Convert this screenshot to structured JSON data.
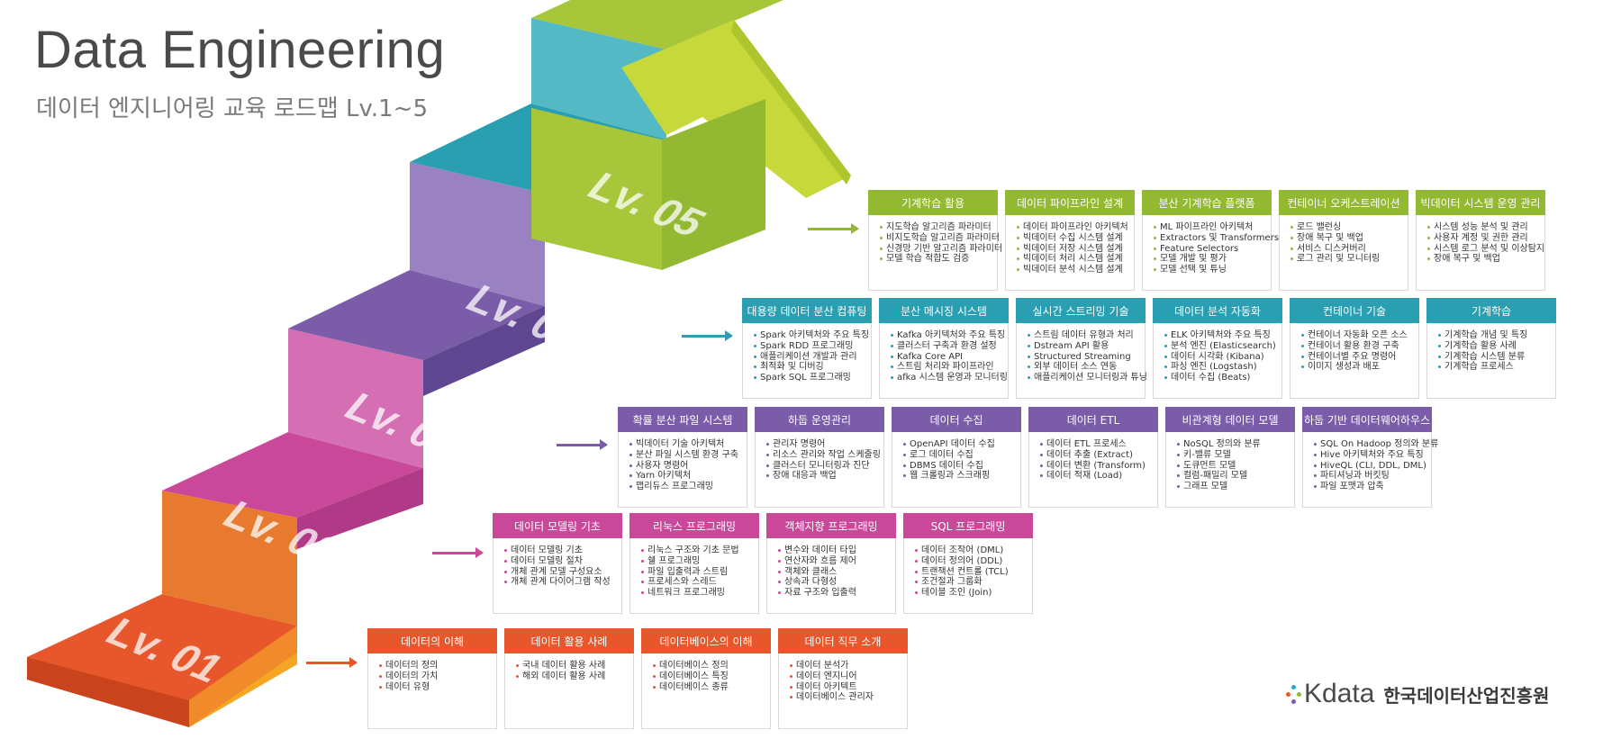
{
  "header": {
    "title": "Data Engineering",
    "subtitle": "데이터 엔지니어링 교육 로드맵 Lv.1~5"
  },
  "levels": [
    {
      "label": "Lv. 01",
      "color": "#e8572b",
      "cards": [
        {
          "title": "데이터의 이해",
          "items": [
            "데이터의 정의",
            "데이터의 가치",
            "데이터 유형"
          ]
        },
        {
          "title": "데이터 활용 사례",
          "items": [
            "국내 데이터 활용 사례",
            "해외 데이터 활용 사례"
          ]
        },
        {
          "title": "데이터베이스의 이해",
          "items": [
            "데이터베이스 정의",
            "데이터베이스 특징",
            "데이터베이스 종류"
          ]
        },
        {
          "title": "데이터 직무 소개",
          "items": [
            "데이터 분석가",
            "데이터 엔지니어",
            "데이터 아키텍트",
            "데이터베이스 관리자"
          ]
        }
      ]
    },
    {
      "label": "Lv. 02",
      "color": "#c9489a",
      "cards": [
        {
          "title": "데이터 모델링 기초",
          "items": [
            "데이터 모델링 기초",
            "데이터 모델링 절차",
            "개체 관계 모델 구성요소",
            "개체 관계 다이어그램 작성"
          ]
        },
        {
          "title": "리눅스 프로그래밍",
          "items": [
            "리눅스 구조와 기초 문법",
            "쉘 프로그래밍",
            "파일 입출력과 스트림",
            "프로세스와 스레드",
            "네트워크 프로그래밍"
          ]
        },
        {
          "title": "객체지향 프로그래밍",
          "items": [
            "변수와 데이터 타입",
            "연산자와 흐름 제어",
            "객체와 클래스",
            "상속과 다형성",
            "자료 구조와 입출력"
          ]
        },
        {
          "title": "SQL 프로그래밍",
          "items": [
            "데이터 조작어 (DML)",
            "데이터 정의어 (DDL)",
            "트랜잭션 컨트롤 (TCL)",
            "조건절과 그룹화",
            "테이블 조인 (Join)"
          ]
        }
      ]
    },
    {
      "label": "Lv. 03",
      "color": "#7a5ca8",
      "cards": [
        {
          "title": "확률 분산 파일 시스템",
          "items": [
            "빅데이터 기술 아키텍처",
            "분산 파일 시스템 환경 구축",
            "사용자 명령어",
            "Yarn 아키텍처",
            "맵리듀스 프로그래밍"
          ]
        },
        {
          "title": "하둡 운영관리",
          "items": [
            "관리자 명령어",
            "리소스 관리와 작업 스케줄링",
            "클러스터 모니터링과 진단",
            "장애 대응과 백업"
          ]
        },
        {
          "title": "데이터 수집",
          "items": [
            "OpenAPI 데이터 수집",
            "로그 데이터 수집",
            "DBMS 데이터 수집",
            "웹 크롤링과 스크래핑"
          ]
        },
        {
          "title": "데이터 ETL",
          "items": [
            "데이터 ETL 프로세스",
            "데이터 추출 (Extract)",
            "데이터 변환 (Transform)",
            "데이터 적재 (Load)"
          ]
        },
        {
          "title": "비관계형 데이터 모델",
          "items": [
            "NoSQL 정의와 분류",
            "키-밸류 모델",
            "도큐먼트 모델",
            "컬럼-패밀리 모델",
            "그래프 모델"
          ]
        },
        {
          "title": "하둡 기반 데이터웨어하우스",
          "items": [
            "SQL On Hadoop 정의와 분류",
            "Hive 아키텍처와 주요 특징",
            "HiveQL (CLI, DDL, DML)",
            "파티셔닝과 버킷팅",
            "파일 포맷과 압축"
          ]
        }
      ]
    },
    {
      "label": "Lv. 04",
      "color": "#2a9fb2",
      "cards": [
        {
          "title": "대용량 데이터 분산 컴퓨팅",
          "items": [
            "Spark 아키텍처와 주요 특징",
            "Spark RDD 프로그래밍",
            "애플리케이션 개발과 관리",
            "최적화 및 디버깅",
            "Spark SQL 프로그래밍"
          ]
        },
        {
          "title": "분산 메시징 시스템",
          "items": [
            "Kafka 아키텍처와 주요 특징",
            "클러스터 구축과 환경 설정",
            "Kafka Core API",
            "스트림 처리와 파이프라인",
            "afka 시스템 운영과 모니터링"
          ]
        },
        {
          "title": "실시간 스트리밍 기술",
          "items": [
            "스트림 데이터 유형과 처리",
            "Dstream API 활용",
            "Structured Streaming",
            "외부 데이터 소스 연동",
            "애플리케이션 모니터링과 튜닝"
          ]
        },
        {
          "title": "데이터 분석 자동화",
          "items": [
            "ELK 아키텍처와 주요 특징",
            "분석 엔진 (Elasticsearch)",
            "데이터 시각화 (Kibana)",
            "파싱 엔진 (Logstash)",
            "데이터 수집 (Beats)"
          ]
        },
        {
          "title": "컨테이너 기술",
          "items": [
            "컨테이너 자동화 오픈 소스",
            "컨테이너 활용 환경 구축",
            "컨테이너별 주요 명령어",
            "이미지 생성과 배포"
          ]
        },
        {
          "title": "기계학습",
          "items": [
            "기계학습 개념 및 특징",
            "기계학습 활용 사례",
            "기계학습 시스템 분류",
            "기계학습 프로세스"
          ]
        }
      ]
    },
    {
      "label": "Lv. 05",
      "color": "#93b832",
      "cards": [
        {
          "title": "기계학습 활용",
          "items": [
            "지도학습 알고리즘 파라미터",
            "비지도학습 알고리즘 파라미터",
            "신경망 기반 알고리즘 파라미터",
            "모델 학습 적합도 검증"
          ]
        },
        {
          "title": "데이터 파이프라인 설계",
          "items": [
            "데이터 파이프라인 아키텍처",
            "빅데이터 수집 시스템 설계",
            "빅데이터 저장 시스템 설계",
            "빅데이터 처리 시스템 설계",
            "빅데이터 분석 시스템 설계"
          ]
        },
        {
          "title": "분산 기계학습 플랫폼",
          "items": [
            "ML 파이프라인 아키텍처",
            "Extractors 및 Transformers",
            "Feature Selectors",
            "모델 개발 및 평가",
            "모델 선택 및 튜닝"
          ]
        },
        {
          "title": "컨테이너 오케스트레이션",
          "items": [
            "로드 밸런싱",
            "장애 복구 및 백업",
            "서비스 디스커버리",
            "로그 관리 및 모니터링"
          ]
        },
        {
          "title": "빅데이터 시스템 운영 관리",
          "items": [
            "시스템 성능 분석 및 관리",
            "사용자 계정 및 권한 관리",
            "시스템 로그 분석 및 이상탐지",
            "장애 복구 및 백업"
          ]
        }
      ]
    }
  ],
  "logo": {
    "brand": "data",
    "org_name": "한국데이터산업진흥원",
    "dot_colors": [
      "#2aa7c9",
      "#e8572b",
      "#93b832",
      "#7a5ca8"
    ]
  }
}
